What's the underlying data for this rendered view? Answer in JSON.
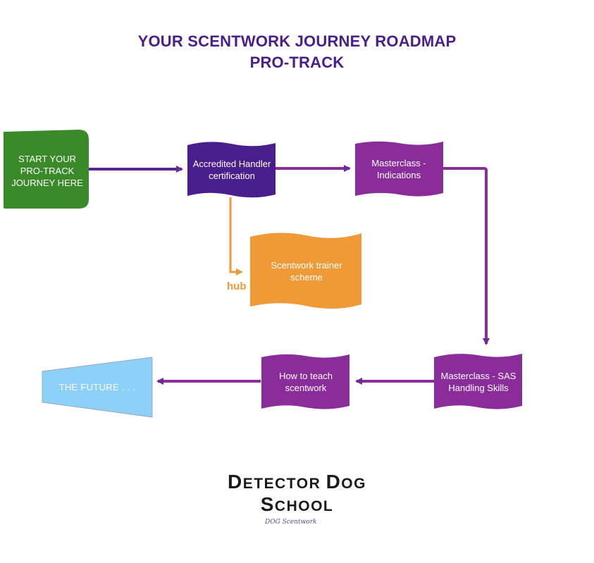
{
  "title": {
    "line1": "YOUR SCENTWORK JOURNEY ROADMAP",
    "line2": "PRO-TRACK"
  },
  "nodes": {
    "start": "START YOUR PRO-TRACK JOURNEY HERE",
    "accredited": "Accredited Handler certification",
    "masterclass_indications": "Masterclass - Indications",
    "trainer_scheme": "Scentwork trainer scheme",
    "masterclass_sas": "Masterclass - SAS Handling Skills",
    "how_to_teach": "How to teach scentwork",
    "future": "THE FUTURE . . ."
  },
  "edge_labels": {
    "hub": "hub"
  },
  "logo": {
    "line1_caps_a": "D",
    "line1_rest_a": "ETECT",
    "line1_o": "O",
    "line1_rest_a2": "R ",
    "line1_caps_b": "D",
    "line1_rest_b": "OG",
    "line2_caps": "S",
    "line2_rest": "CHOOL",
    "mini": "DOG Scentwork"
  },
  "colors": {
    "title": "#4a1e8c",
    "start_green": "#3a8a2a",
    "dark_purple": "#4a1e8c",
    "purple": "#8a2d9b",
    "orange": "#f09a37",
    "light_blue": "#8dd0f8",
    "arrow_purple": "#7a2d9b",
    "arrow_orange": "#f09a37"
  }
}
